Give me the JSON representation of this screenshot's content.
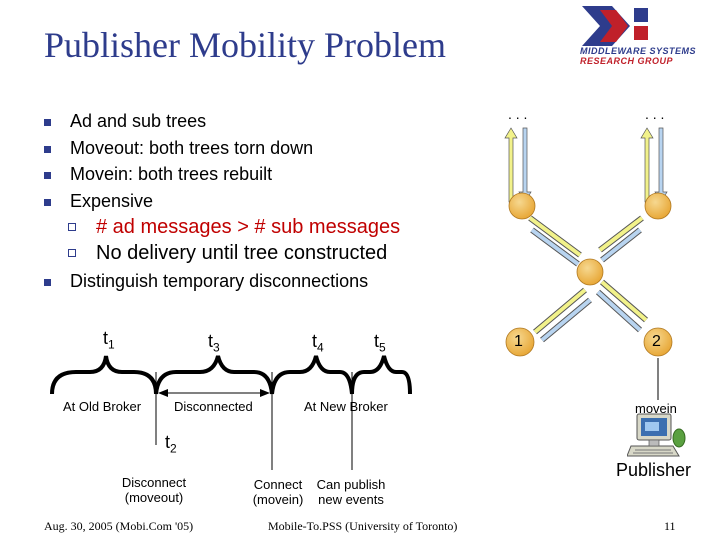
{
  "slide": {
    "title": "Publisher Mobility Problem",
    "logo": {
      "line1": "MIDDLEWARE SYSTEMS",
      "line2": "RESEARCH GROUP"
    },
    "bullets": [
      {
        "text": "Ad and sub trees"
      },
      {
        "text": "Moveout: both trees torn down"
      },
      {
        "text": "Movein: both trees rebuilt"
      },
      {
        "text": "Expensive"
      }
    ],
    "sub_bullets": [
      {
        "text": "# ad messages > # sub messages"
      },
      {
        "text": "No delivery until tree constructed"
      }
    ],
    "last_bullet": "Distinguish temporary disconnections"
  },
  "timeline": {
    "t1": "t",
    "t1_sub": "1",
    "t3": "t",
    "t3_sub": "3",
    "t4": "t",
    "t4_sub": "4",
    "t5": "t",
    "t5_sub": "5",
    "t2": "t",
    "t2_sub": "2",
    "phase_old": "At Old Broker",
    "phase_disc": "Disconnected",
    "phase_new": "At New Broker",
    "disconnect_line1": "Disconnect",
    "disconnect_line2": "(moveout)",
    "connect_line1": "Connect",
    "connect_line2": "(movein)",
    "publish_line1": "Can publish",
    "publish_line2": "new events"
  },
  "network": {
    "dots_left": ". . .",
    "dots_right": ". . .",
    "broker1": "1",
    "broker2": "2",
    "movein": "movein",
    "publisher": "Publisher",
    "node_color": "#e8a838",
    "yellow_arrow": "#f2f28a",
    "blue_arrow": "#b8d4f0"
  },
  "footer": {
    "date": "Aug. 30, 2005 (Mobi.Com '05)",
    "center": "Mobile-To.PSS (University of Toronto)",
    "page": "11"
  }
}
